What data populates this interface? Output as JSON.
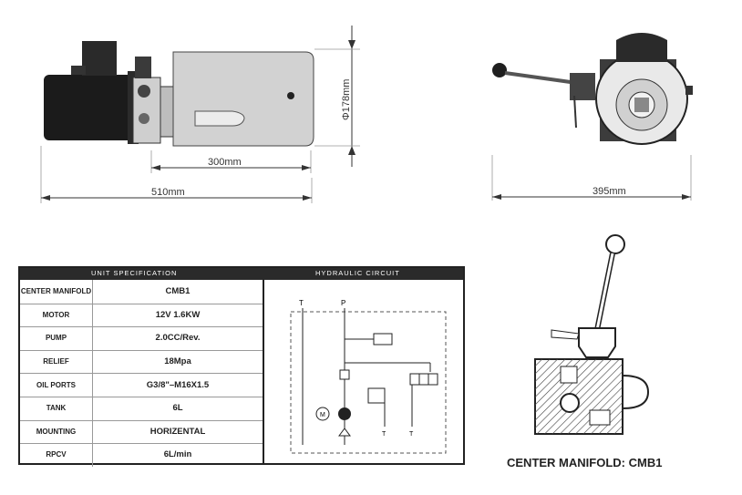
{
  "dimensions": {
    "diameter": "Φ178mm",
    "tank_length": "300mm",
    "overall_length": "510mm",
    "width": "395mm"
  },
  "spec": {
    "title": "UNIT SPECIFICATION",
    "rows": [
      {
        "label": "CENTER MANIFOLD",
        "value": "CMB1"
      },
      {
        "label": "MOTOR",
        "value": "12V 1.6KW"
      },
      {
        "label": "PUMP",
        "value": "2.0CC/Rev."
      },
      {
        "label": "RELIEF",
        "value": "18Mpa"
      },
      {
        "label": "OIL PORTS",
        "value": "G3/8\"–M16X1.5"
      },
      {
        "label": "TANK",
        "value": "6L"
      },
      {
        "label": "MOUNTING",
        "value": "HORIZENTAL"
      },
      {
        "label": "RPCV",
        "value": "6L/min"
      }
    ]
  },
  "circuit": {
    "title": "HYDRAULIC CIRCUIT",
    "port_t": "T",
    "port_p": "P",
    "motor_symbol": "M"
  },
  "caption": "CENTER MANIFOLD: CMB1"
}
